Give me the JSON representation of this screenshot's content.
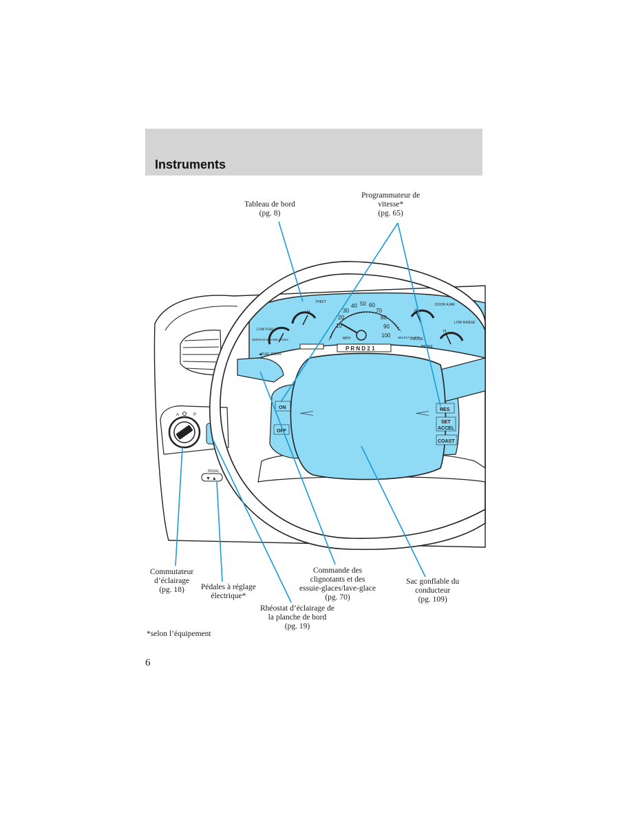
{
  "header": {
    "title": "Instruments"
  },
  "callouts": {
    "cluster": {
      "line1": "Tableau de bord",
      "line2": "(pg. 8)"
    },
    "cruise": {
      "line1": "Programmateur de",
      "line2": "vitesse*",
      "line3": "(pg. 65)"
    },
    "headlamp": {
      "line1": "Commutateur",
      "line2": "d’éclairage",
      "line3": "(pg. 18)"
    },
    "pedals": {
      "line1": "Pédales à réglage",
      "line2": "électrique*"
    },
    "dimmer": {
      "line1": "Rhéostat d’éclairage de",
      "line2": "la planche de bord",
      "line3": "(pg. 19)"
    },
    "stalk": {
      "line1": "Commande des",
      "line2": "clignotants et des",
      "line3": "essuie-glaces/lave-glace",
      "line4": "(pg. 70)"
    },
    "airbag": {
      "line1": "Sac gonflable du",
      "line2": "conducteur",
      "line3": "(pg. 109)"
    }
  },
  "gauge_labels": {
    "theft": "THEFT",
    "low_fuel": "LOW FUEL",
    "service_engine": "SERVICE ENGINE SOON",
    "fuel_door": "◀FUEL DOOR",
    "door_ajar": "DOOR AJAR",
    "low_range": "LOW RANGE",
    "mph": "MPH",
    "cruise": "CRUISE",
    "brake": "BRAKE",
    "select_shift": "SELECT SHIFT",
    "gear_indicator": "P R N D 2 1",
    "speed_ticks": [
      "10",
      "20",
      "30",
      "40",
      "50",
      "60",
      "70",
      "80",
      "90",
      "100"
    ],
    "h_left": "H",
    "h_right": "H",
    "h_right2": "H",
    "pedal_label": "PEDAL"
  },
  "wheel_buttons": {
    "on": "ON",
    "off": "OFF",
    "res": "RES",
    "set_accel": "SET",
    "accel": "ACCEL",
    "coast": "COAST"
  },
  "footnote": "*selon l’équipement",
  "page_number": "6",
  "colors": {
    "accent": "#1a9bd7",
    "fill": "#8fdaf5",
    "header": "#d4d4d4"
  }
}
